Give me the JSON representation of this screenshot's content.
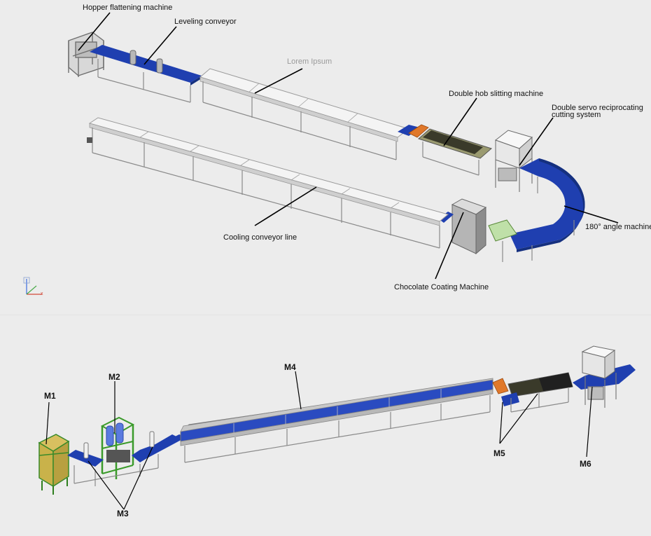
{
  "colors": {
    "background": "#ececec",
    "belt_blue": "#1f3fb0",
    "belt_white": "#f4f4f4",
    "frame_gray": "#8a8a8a",
    "orange": "#e0782a",
    "green_frame": "#3a9a2a",
    "yellow": "#c8b040",
    "glass_blue": "#2a4bc0"
  },
  "top_diagram": {
    "labels": {
      "hopper": "Hopper flattening machine",
      "leveling": "Leveling conveyor",
      "lorem": "Lorem Ipsum",
      "slitting": "Double hob slitting machine",
      "servo": "Double servo reciprocating\ncutting system",
      "angle": "180°  angle machine",
      "cooling": "Cooling conveyor line",
      "coating": "Chocolate Coating Machine"
    }
  },
  "bottom_diagram": {
    "labels": {
      "m1": "M1",
      "m2": "M2",
      "m3": "M3",
      "m4": "M4",
      "m5": "M5",
      "m6": "M6"
    }
  },
  "axis_icon": {
    "label": "x"
  }
}
